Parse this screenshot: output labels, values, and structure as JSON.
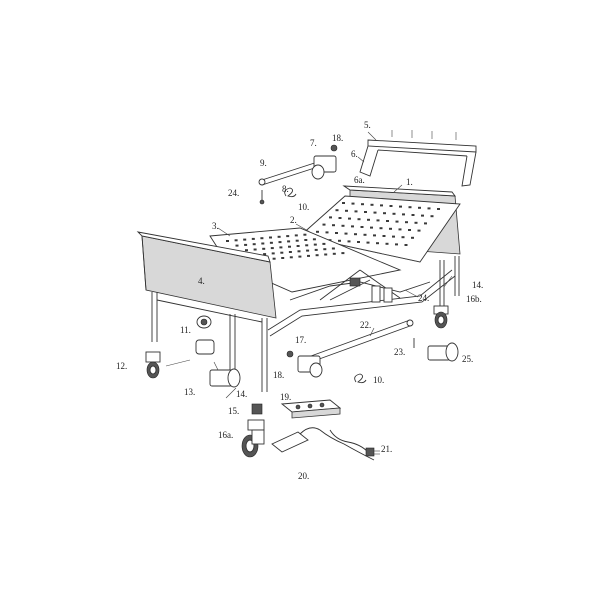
{
  "labels": {
    "l1": "1.",
    "l2": "2.",
    "l3": "3.",
    "l4": "4.",
    "l5": "5.",
    "l6": "6.",
    "l6a": "6a.",
    "l7": "7.",
    "l8": "8.",
    "l9": "9.",
    "l10a": "10.",
    "l10b": "10.",
    "l11": "11.",
    "l12": "12.",
    "l13": "13.",
    "l14a": "14.",
    "l14b": "14.",
    "l15": "15.",
    "l16a": "16a.",
    "l16b": "16b.",
    "l17": "17.",
    "l18a": "18.",
    "l18b": "18.",
    "l19": "19.",
    "l20": "20.",
    "l21": "21.",
    "l22": "22.",
    "l23": "23.",
    "l24a": "24.",
    "l24b": "24.",
    "l25": "25."
  }
}
